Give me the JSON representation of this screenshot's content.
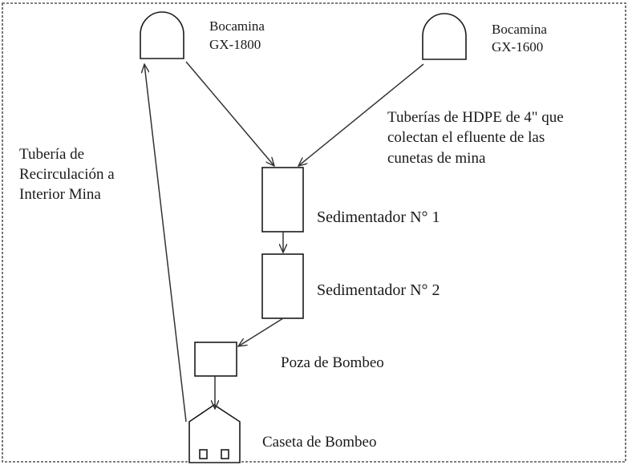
{
  "nodes": {
    "bocamina_1800": {
      "line1": "Bocamina",
      "line2": "GX-1800"
    },
    "bocamina_1600": {
      "line1": "Bocamina",
      "line2": "GX-1600"
    },
    "sedimentador_1": "Sedimentador  N° 1",
    "sedimentador_2": "Sedimentador  N° 2",
    "poza": "Poza de Bombeo",
    "caseta": "Caseta de Bombeo"
  },
  "annotations": {
    "hdpe": [
      "Tuberías de HDPE de 4\" que",
      "colectan el efluente de las",
      "cunetas de mina"
    ],
    "recirculacion": [
      "Tubería de",
      "Recirculación a",
      "Interior Mina"
    ]
  },
  "colors": {
    "line": "#333333",
    "text": "#1a1a1a",
    "background": "#ffffff"
  }
}
